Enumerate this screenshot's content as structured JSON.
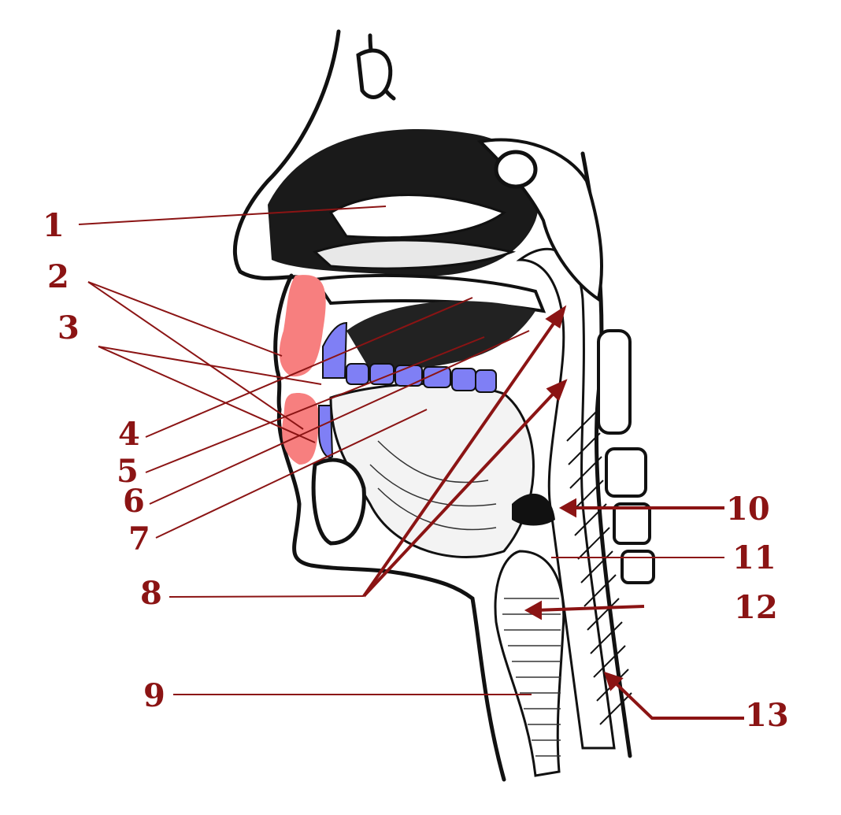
{
  "colors": {
    "label": "#8b1414",
    "lips": "#f77f7f",
    "teeth": "#7f7ff5",
    "ink": "#111111"
  },
  "labels": [
    "1",
    "2",
    "3",
    "4",
    "5",
    "6",
    "7",
    "8",
    "9",
    "10",
    "11",
    "12",
    "13"
  ]
}
